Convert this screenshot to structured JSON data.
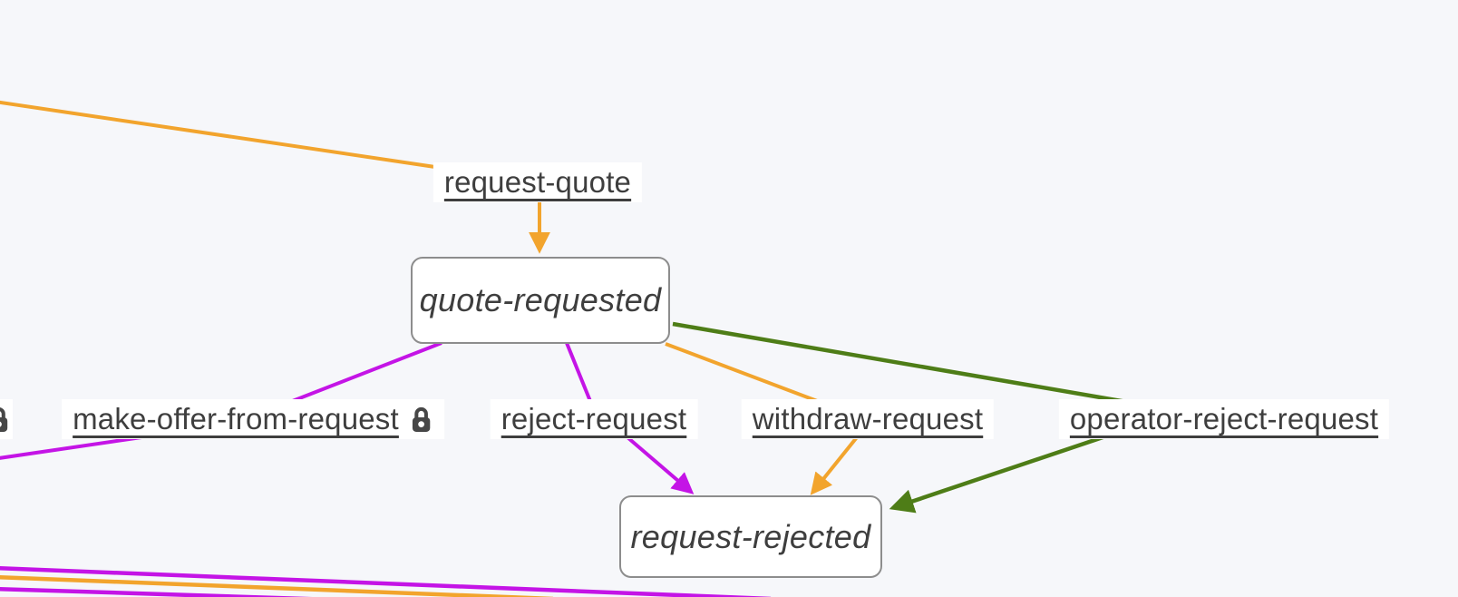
{
  "diagram": {
    "type": "state-machine-graph",
    "colors": {
      "page_bg": "#f6f7fa",
      "label_bg": "#ffffff",
      "text": "#3e3e3e",
      "node_border": "#8d8d8d",
      "orange": "#f2a42d",
      "magenta": "#c414e6",
      "green": "#4e7d17",
      "lock": "#474747"
    },
    "states": [
      {
        "label": "quote-requested"
      },
      {
        "label": "request-rejected"
      }
    ],
    "events": [
      {
        "label": "request-quote",
        "locked": false
      },
      {
        "label": "make-offer-from-request",
        "locked": true
      },
      {
        "label": "reject-request",
        "locked": false
      },
      {
        "label": "withdraw-request",
        "locked": false
      },
      {
        "label": "operator-reject-request",
        "locked": false
      }
    ],
    "transitions": [
      {
        "event": "request-quote",
        "to": "quote-requested",
        "color": "orange"
      },
      {
        "event": "make-offer-from-request",
        "from": "quote-requested",
        "color": "magenta"
      },
      {
        "event": "reject-request",
        "from": "quote-requested",
        "to": "request-rejected",
        "color": "magenta"
      },
      {
        "event": "withdraw-request",
        "from": "quote-requested",
        "to": "request-rejected",
        "color": "orange"
      },
      {
        "event": "operator-reject-request",
        "from": "quote-requested",
        "to": "request-rejected",
        "color": "green"
      }
    ]
  }
}
